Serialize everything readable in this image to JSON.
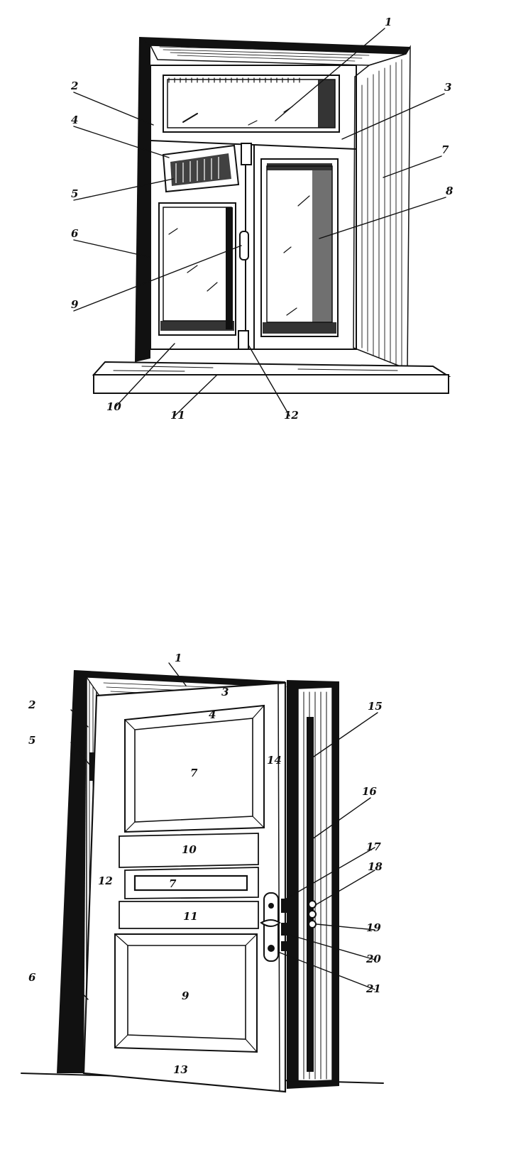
{
  "window_figure": {
    "labels": [
      "1",
      "2",
      "3",
      "4",
      "5",
      "6",
      "7",
      "8",
      "9",
      "10",
      "11",
      "12"
    ]
  },
  "door_figure": {
    "labels": [
      "1",
      "2",
      "3",
      "4",
      "5",
      "6",
      "7",
      "9",
      "10",
      "11",
      "12",
      "13",
      "14",
      "15",
      "16",
      "17",
      "18",
      "19",
      "20",
      "21"
    ],
    "panel_labels": [
      "7",
      "10",
      "7",
      "11",
      "9"
    ]
  }
}
